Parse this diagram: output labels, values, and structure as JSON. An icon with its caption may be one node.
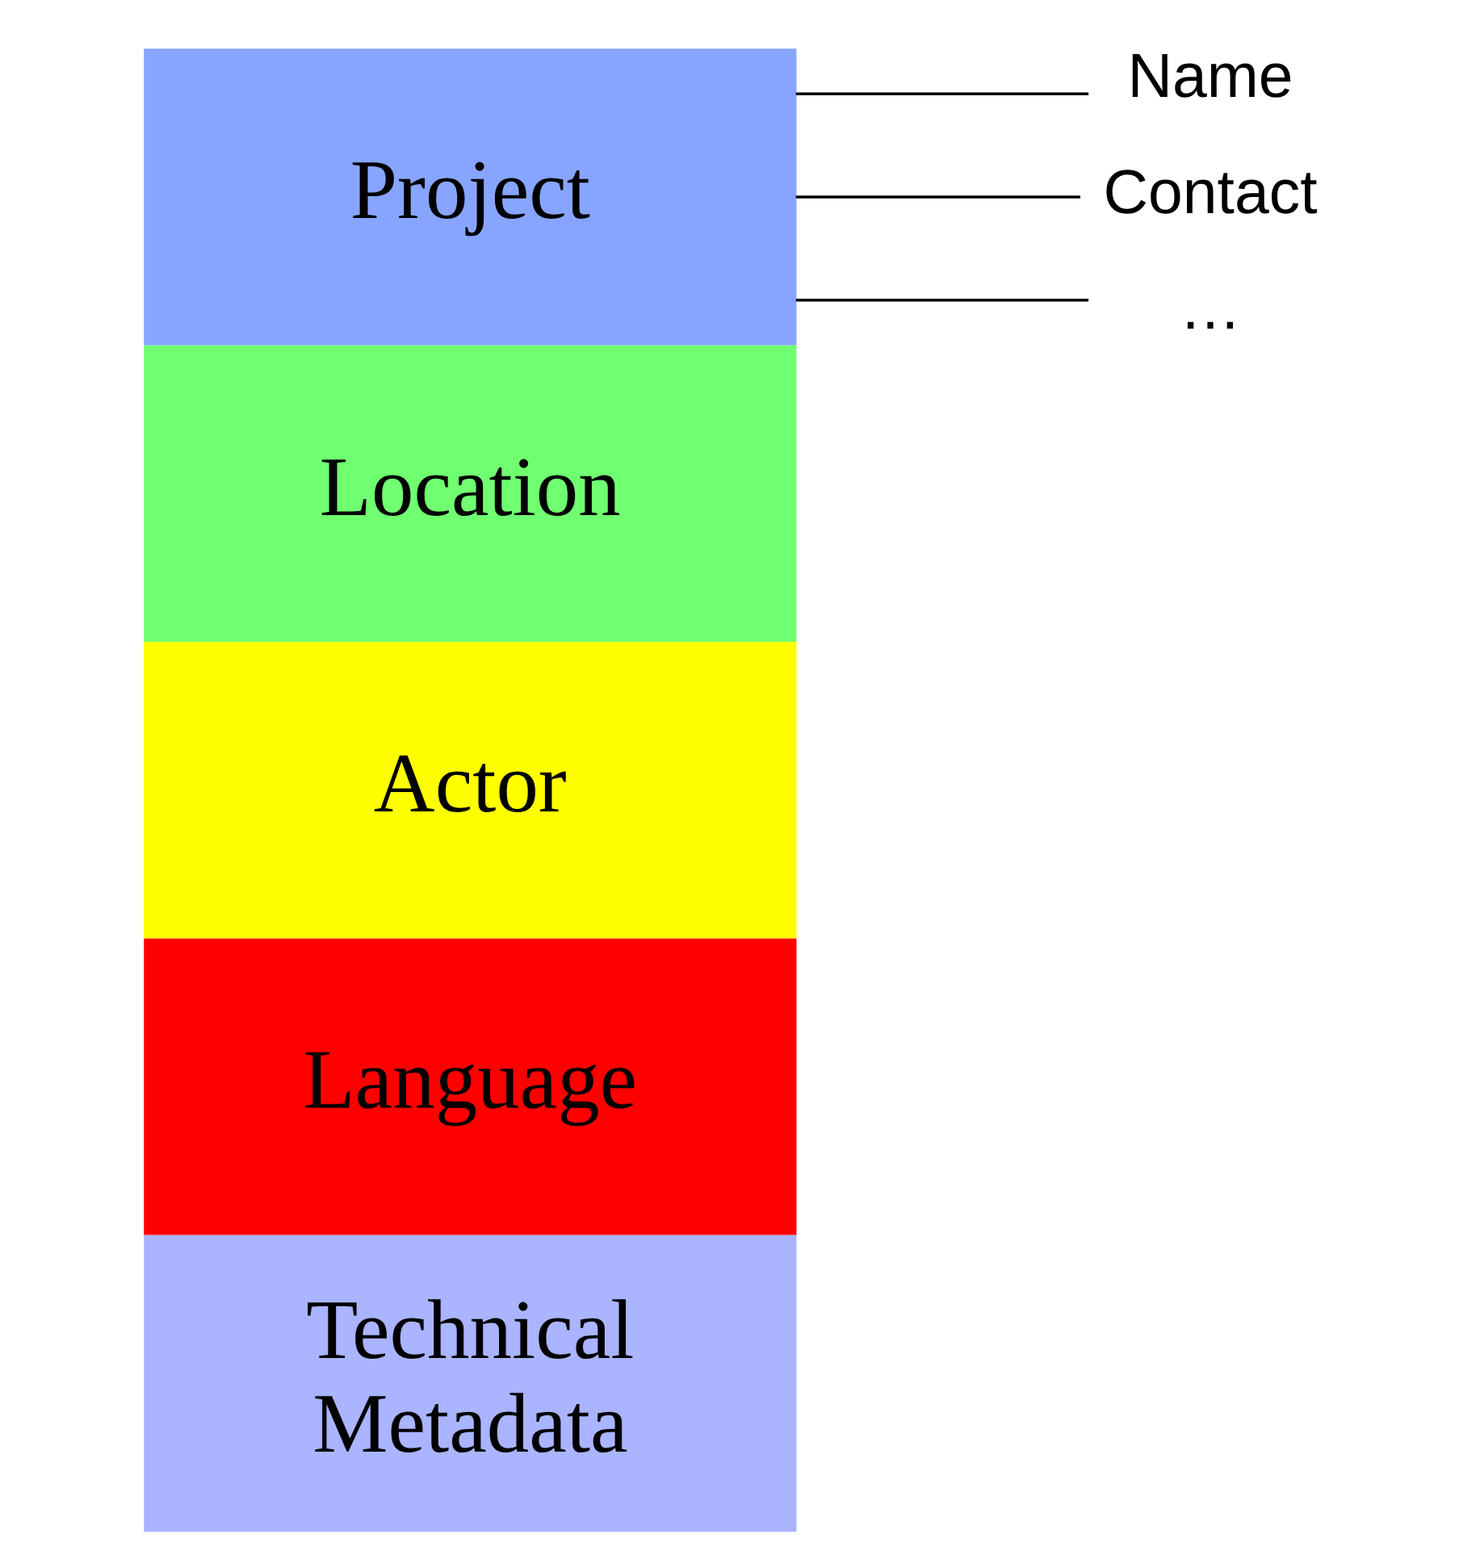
{
  "diagram": {
    "nodes": [
      {
        "text": [
          "Project"
        ]
      },
      {
        "text": [
          "Location"
        ]
      },
      {
        "text": [
          "Actor"
        ]
      },
      {
        "text": [
          "Language"
        ]
      },
      {
        "text": [
          "Technical Metadata"
        ]
      },
      {
        "text": [
          "Name"
        ]
      },
      {
        "text": [
          "Contact"
        ]
      },
      {
        "text": [
          "…"
        ]
      }
    ],
    "edges": [
      {
        "from": 0,
        "to": 5,
        "arrow": "none"
      },
      {
        "from": 0,
        "to": 6,
        "arrow": "none"
      },
      {
        "from": 0,
        "to": 7,
        "arrow": "none"
      }
    ]
  }
}
